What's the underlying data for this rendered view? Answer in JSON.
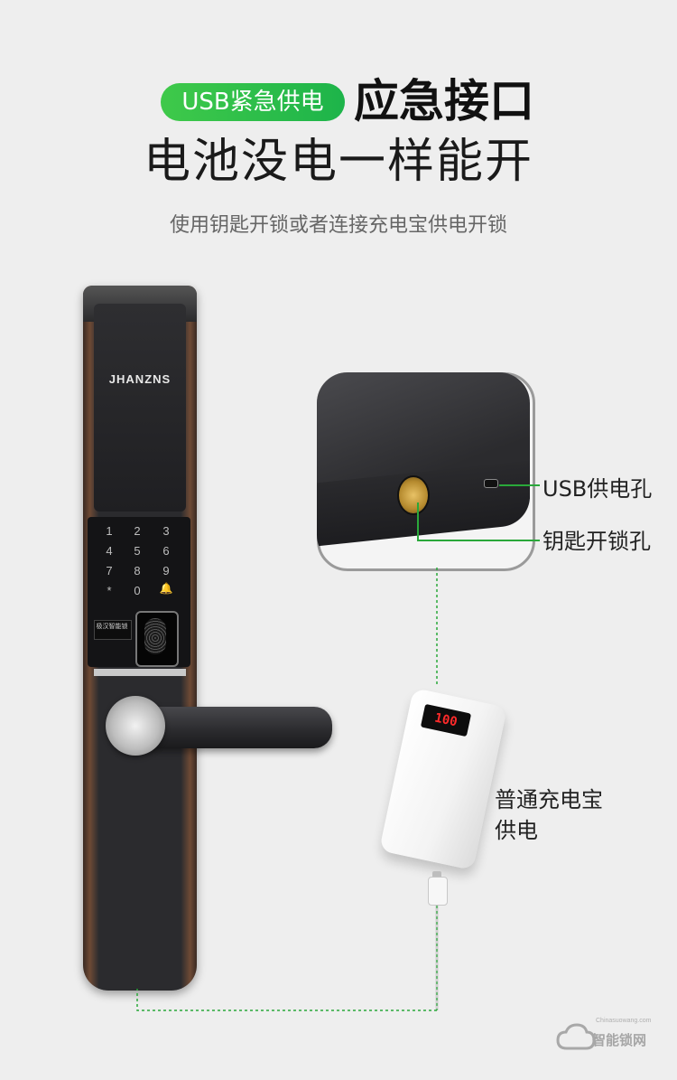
{
  "header": {
    "badge": "USB紧急供电",
    "headline": "应急接口",
    "subtitle": "电池没电一样能开",
    "description": "使用钥匙开锁或者连接充电宝供电开锁"
  },
  "lock": {
    "brand": "JHANZNS",
    "keypad": [
      "1",
      "2",
      "3",
      "4",
      "5",
      "6",
      "7",
      "8",
      "9",
      "*",
      "0",
      "🔔"
    ],
    "screen_text": "极汉智能锁"
  },
  "callouts": {
    "usb_port": "USB供电孔",
    "key_hole": "钥匙开锁孔"
  },
  "power_bank": {
    "display": "100",
    "label_line1": "普通充电宝",
    "label_line2": "供电"
  },
  "watermark": {
    "text": "智能锁网",
    "small": "Chinasuowang.com"
  },
  "colors": {
    "accent_green": "#1db44a",
    "callout_line": "#2aa83a",
    "display_red": "#ff2a2a"
  }
}
